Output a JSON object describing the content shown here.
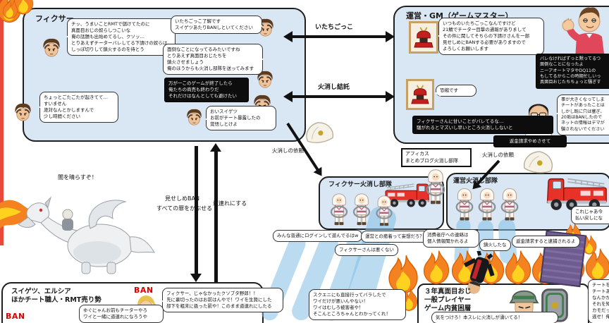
{
  "colors": {
    "panel_blue": "#d9e6f3",
    "ban_red": "#e00000",
    "fire_orange": "#f58220",
    "water_blue": "#84c0e4",
    "truck_red": "#e63229"
  },
  "fixer": {
    "title": "フィクサー",
    "b1": "チッ、うまいことRMTで儲けてたのに\n真面目おじの奴らしつこいな\n俺の話題も出始めてるし、クソッ…\nとりあえずチーターバレしてる下請けの奴らは\nしっぽ切りして鎮火するのを待とう",
    "b2": "いたちごっこ了解です\nスイゲツあたりBANしといてください",
    "b3": "面倒なことになってるみたいですね\nとりあえず真面目おじたちを\n鎮火させましょう\n俺のほうからも火消し部隊を送ってみます",
    "b4": "万が一このゲームが終了したら\n俺たちの商売も終わりだ\nそれだけはなんとしても避けたい",
    "b5": "ちょっとごたごたが起きてて…\nすいません\n絶対なんとかしますんで\n少し時間ください",
    "b6": "おいスイゲツ\nお前がチート暴露したの\n覚悟しとけよ"
  },
  "gm": {
    "title": "運営・GM（ゲームマスター）",
    "b1": "いつものいたちごっこなんですけど\n21鯖でチーター目撃の通報がありまして\nその件に関してそちらの下請けさんを一部\n見せしめにBANする必要がありますので\nよろしくお願いします",
    "b2": "バレなければずっと黙ってるつ\n面倒なことになったよ\nニーアオートマタやDQ11の\nもしてるからこの時期忙しいっ\n真面目おじたちちょっと騒ぎす",
    "b3": "恐縮です",
    "b4": "フィクサーさんに甘いことがバレてるな…\n騒がれるとマズいし早いところ火消ししないと",
    "b5": "事が大きくなってしま\nチートがあったことは\nしかし既に穴は塞ぎ、\n20垢はBANしたので\nネットの情報はデマが\n騙されないでください",
    "refund": "返金請求やめさせて"
  },
  "center": {
    "arrow_top": "いたちごっこ",
    "arrow_bottom": "火消し結託",
    "request_left": "火消しの依頼",
    "request_right": "火消しの依頼",
    "affiliate": "アフィカス\nまとめブログ火消し部隊"
  },
  "left_arrows": {
    "ban_line1": "見せしめBAN",
    "ban_line2": "すべての罪をかぶせる",
    "michizure": "道連れにする"
  },
  "dragon": {
    "shout": "闇を晴らすぞ！"
  },
  "fixer_squad": {
    "title": "フィクサー火消し部隊",
    "c1": "みんな普通にログインして遊んでるはw",
    "c2": "運営との癒着って妄想だろ？",
    "c3": "フィクサーさんは悪くない"
  },
  "unei_squad": {
    "title": "運営火消し部隊",
    "c1": "消費者庁への連絡は\n個人情報聞かれるよ",
    "c2": "鎮火したな",
    "c3": "返金請求すると逮捕されるよ",
    "c4": "これじゃあ今\n払い戻しにな"
  },
  "cheaters": {
    "title": "スイゲツ、エルシア\nほかチート職人・RMT売り勢",
    "ban1": "BAN",
    "ban2": "BAN",
    "b1": "ゆぐにゃんお前もチーターやろ\nワイと一緒に道連れになろうや",
    "b2": "フィクサー、じゃなかったクソブタ野郎！！\n先に裏切ったのはお前はんやで！ワイを生贄にした\n部下を粗末に扱った罰や！このまま道連れにしたる"
  },
  "players": {
    "title": "３年真面目おじ\n一般プレイヤー\nゲーム内貧困層",
    "b1": "スクエニにも直接行ってバラしたで\nワイだけが悪いんやない！\nワイはむしろ被害者や！\nそこんところちゃんとわかってくれ！",
    "b2": "気をつけろ！本スレに火消しが湧いてる！",
    "b3": "チートを報\nチートあり\nなんかが\nそれを知\nカモだった\n逃せ！俺"
  }
}
